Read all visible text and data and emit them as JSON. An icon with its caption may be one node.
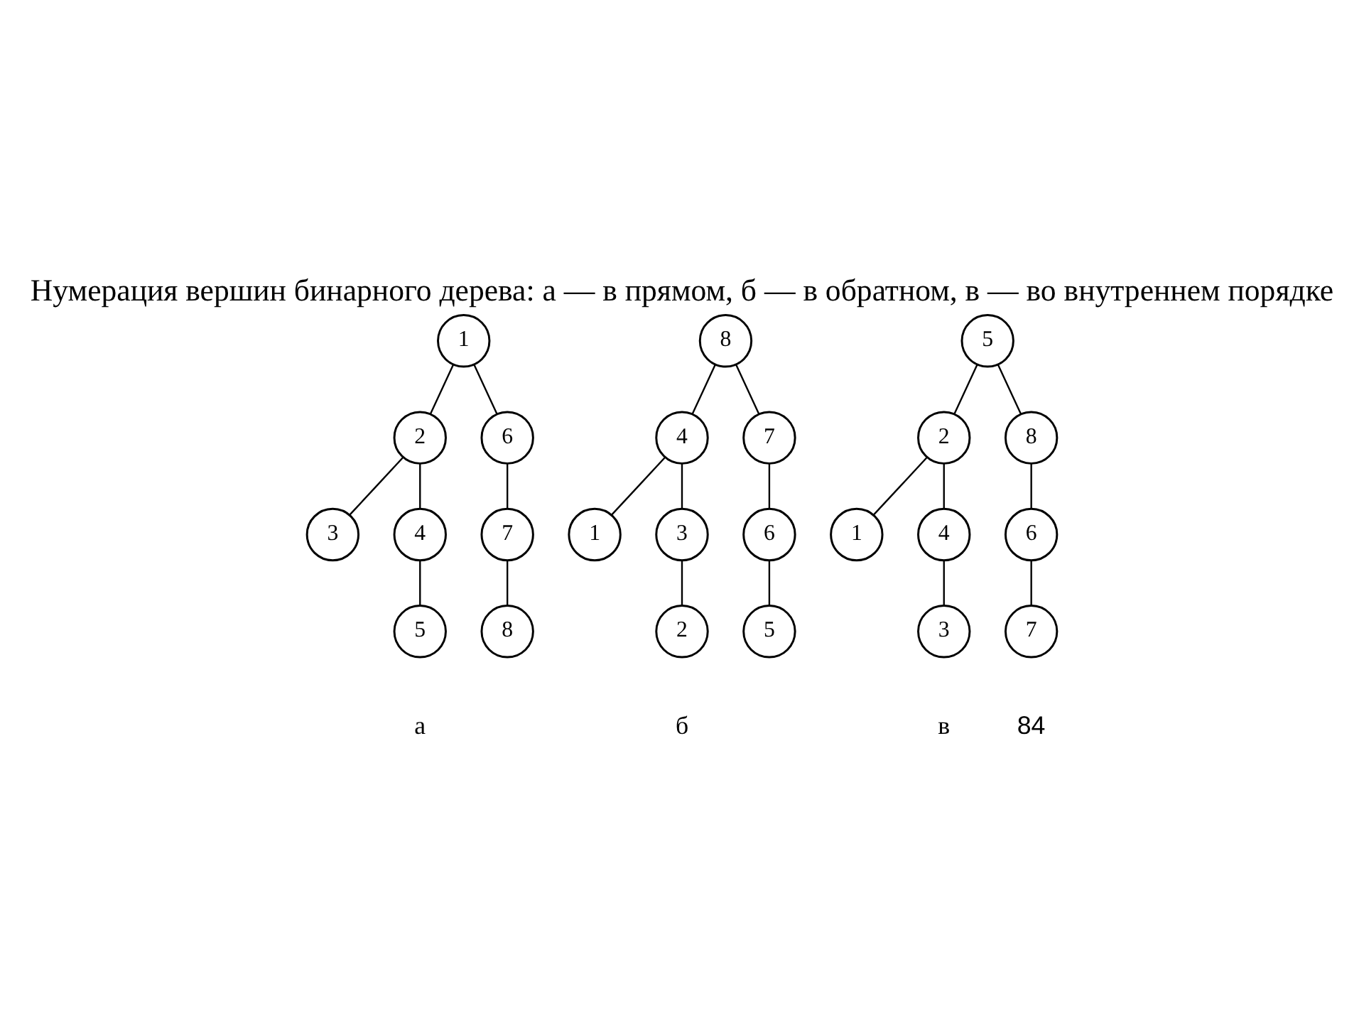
{
  "diagram": {
    "title": "Нумерация вершин бинарного дерева: а — в прямом, б — в обратном, в — во внутреннем порядке",
    "nodes": [
      {
        "text": [
          "1"
        ]
      },
      {
        "text": [
          "2"
        ]
      },
      {
        "text": [
          "6"
        ]
      },
      {
        "text": [
          "3"
        ]
      },
      {
        "text": [
          "4"
        ]
      },
      {
        "text": [
          "5"
        ]
      },
      {
        "text": [
          "7"
        ]
      },
      {
        "text": [
          "8"
        ]
      },
      {
        "text": [
          "8"
        ]
      },
      {
        "text": [
          "4"
        ]
      },
      {
        "text": [
          "7"
        ]
      },
      {
        "text": [
          "1"
        ]
      },
      {
        "text": [
          "3"
        ]
      },
      {
        "text": [
          "2"
        ]
      },
      {
        "text": [
          "6"
        ]
      },
      {
        "text": [
          "5"
        ]
      },
      {
        "text": [
          "5"
        ]
      },
      {
        "text": [
          "2"
        ]
      },
      {
        "text": [
          "8"
        ]
      },
      {
        "text": [
          "1"
        ]
      },
      {
        "text": [
          "4"
        ]
      },
      {
        "text": [
          "3"
        ]
      },
      {
        "text": [
          "6"
        ]
      },
      {
        "text": [
          "7"
        ]
      }
    ],
    "edges": [
      {
        "from": 0,
        "to": 1,
        "arrow": "none"
      },
      {
        "from": 0,
        "to": 2,
        "arrow": "none"
      },
      {
        "from": 1,
        "to": 3,
        "arrow": "none"
      },
      {
        "from": 1,
        "to": 4,
        "arrow": "none"
      },
      {
        "from": 4,
        "to": 5,
        "arrow": "none"
      },
      {
        "from": 2,
        "to": 6,
        "arrow": "none"
      },
      {
        "from": 6,
        "to": 7,
        "arrow": "none"
      },
      {
        "from": 8,
        "to": 9,
        "arrow": "none"
      },
      {
        "from": 8,
        "to": 10,
        "arrow": "none"
      },
      {
        "from": 9,
        "to": 11,
        "arrow": "none"
      },
      {
        "from": 9,
        "to": 12,
        "arrow": "none"
      },
      {
        "from": 12,
        "to": 13,
        "arrow": "none"
      },
      {
        "from": 10,
        "to": 14,
        "arrow": "none"
      },
      {
        "from": 14,
        "to": 15,
        "arrow": "none"
      },
      {
        "from": 16,
        "to": 17,
        "arrow": "none"
      },
      {
        "from": 16,
        "to": 18,
        "arrow": "none"
      },
      {
        "from": 17,
        "to": 19,
        "arrow": "none"
      },
      {
        "from": 17,
        "to": 20,
        "arrow": "none"
      },
      {
        "from": 20,
        "to": 21,
        "arrow": "none"
      },
      {
        "from": 18,
        "to": 22,
        "arrow": "none"
      },
      {
        "from": 22,
        "to": 23,
        "arrow": "none"
      }
    ],
    "labels": [
      "а",
      "б",
      "в",
      "84"
    ]
  }
}
